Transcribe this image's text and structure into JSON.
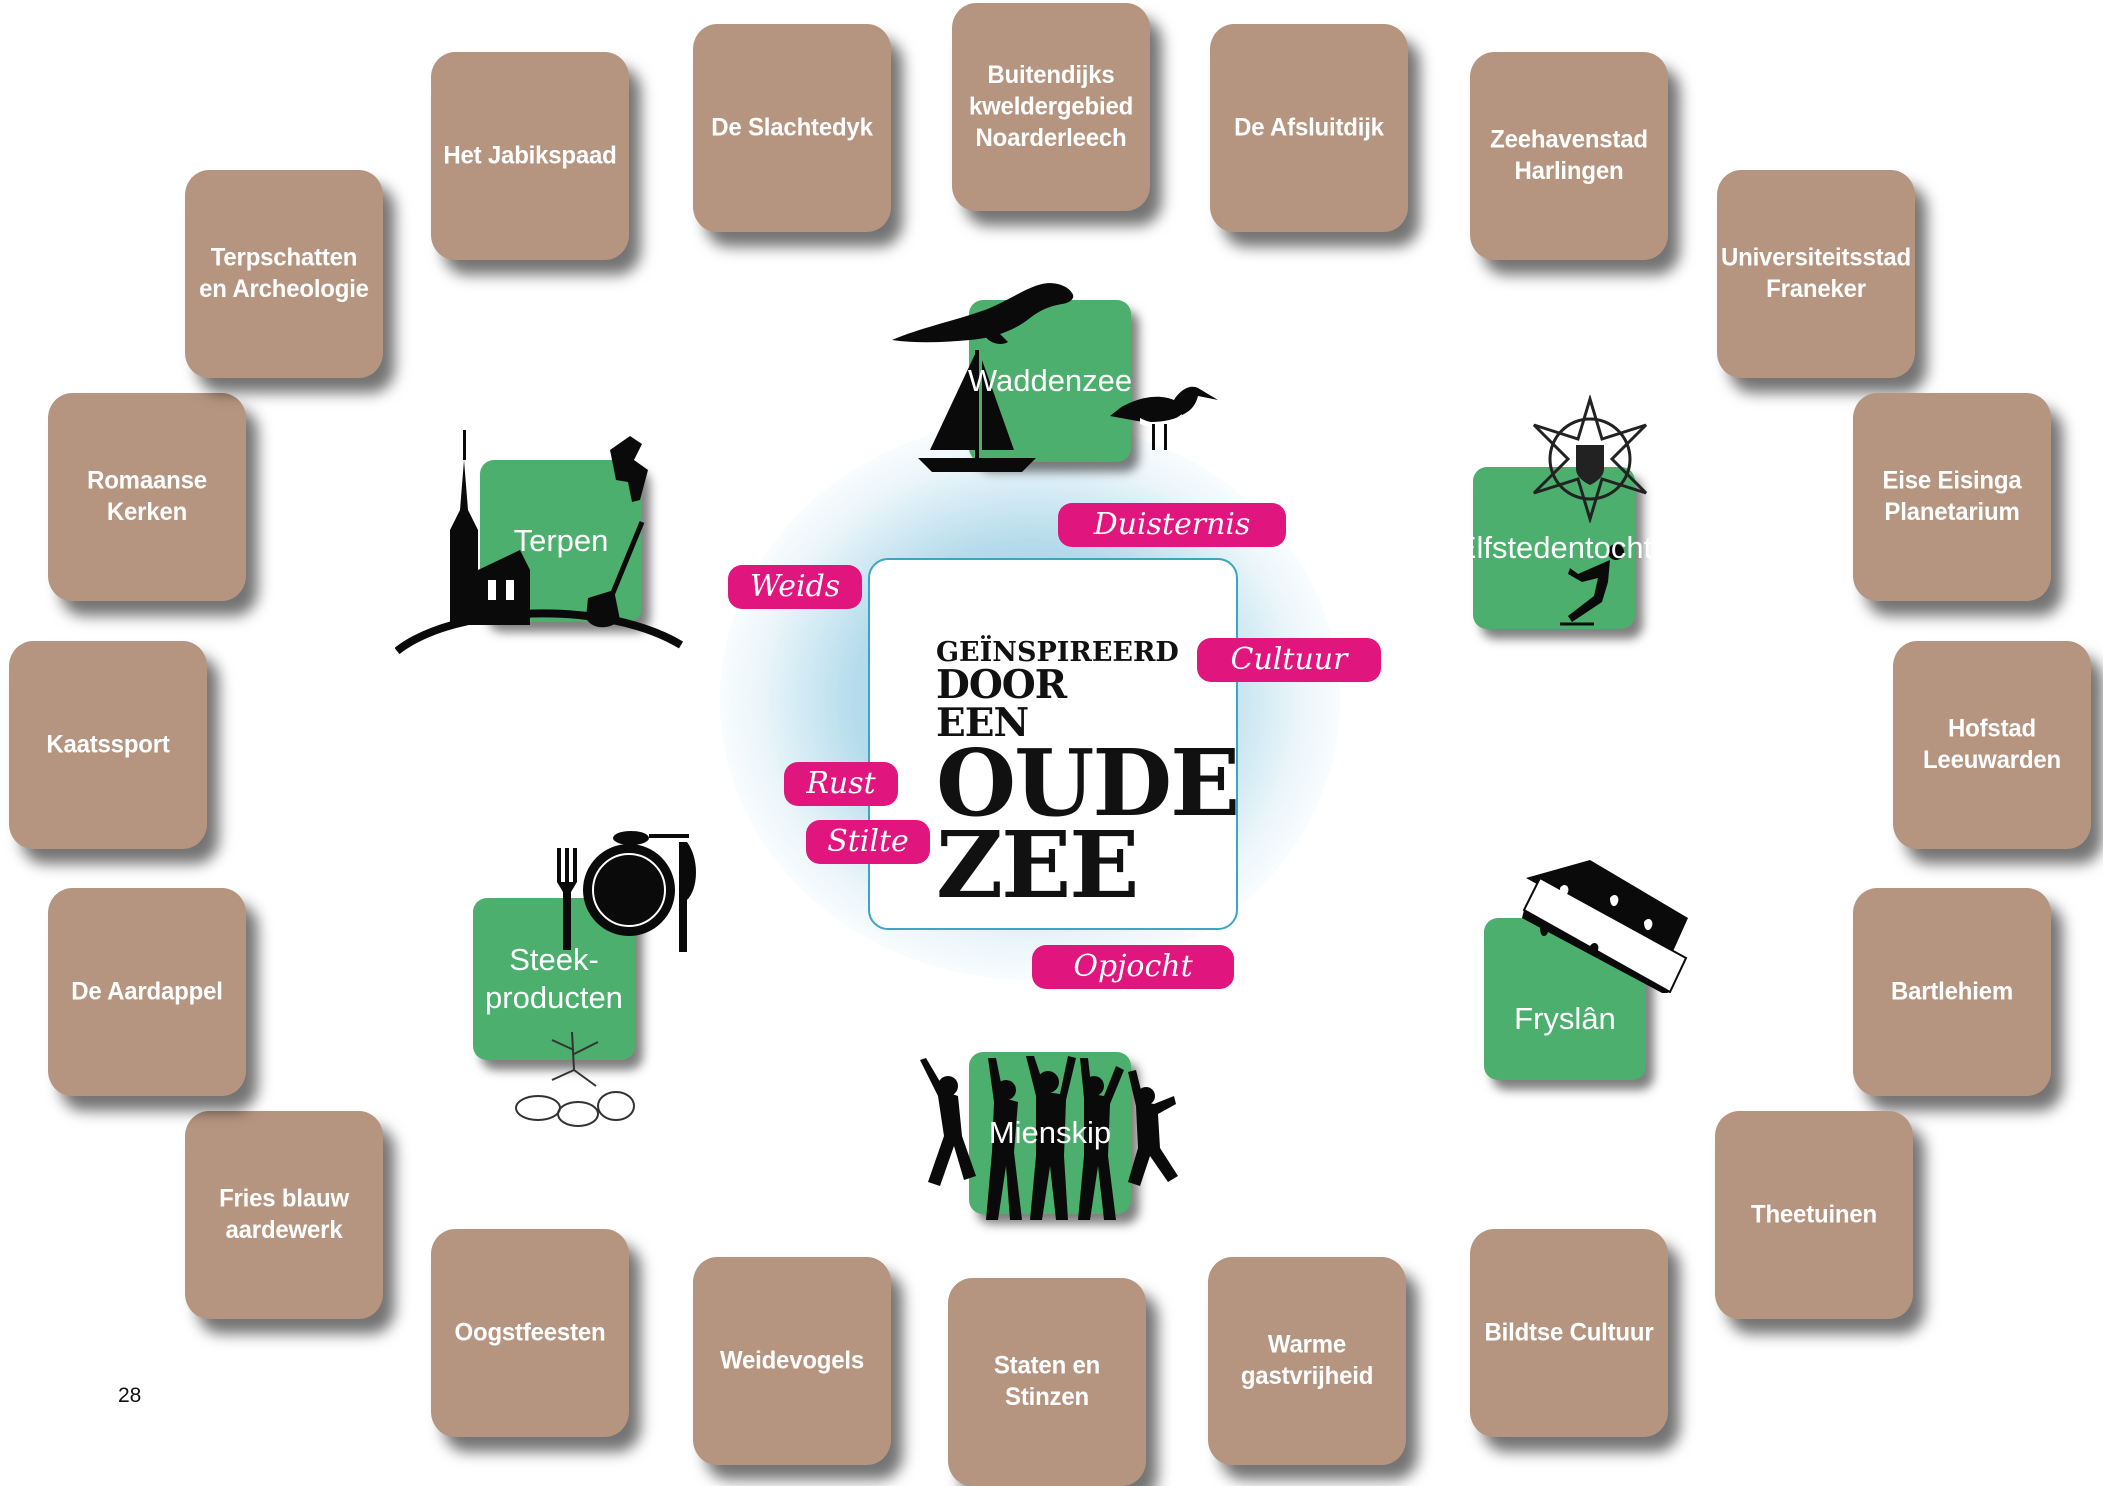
{
  "tiles": [
    "De Slachtedyk",
    "Buitendijks kweldergebied Noarderleech",
    "De Afsluitdijk",
    "Zeehavenstad Harlingen",
    "Universiteitsstad Franeker",
    "Eise Eisinga Planetarium",
    "Hofstad Leeuwarden",
    "Bartlehiem",
    "Theetuinen",
    "Bildtse Cultuur",
    "Warme gastvrijheid",
    "Staten en Stinzen",
    "Weidevogels",
    "Oogstfeesten",
    "Fries blauw aardewerk",
    "De Aardappel",
    "Kaatssport",
    "Romaanse Kerken",
    "Terpschatten en Archeologie",
    "Het Jabikspaad"
  ],
  "themes": {
    "waddenzee": "Waddenzee",
    "terpen": "Terpen",
    "elfstedentocht": "Elfstedentocht",
    "steekproducten": "Steek-\nproducten",
    "fryslan": "Fryslân",
    "mienskip": "Mienskip"
  },
  "logo": {
    "line1": "GEÏNSPIREERD",
    "line2": "DOOR EEN",
    "line3": "OUDE",
    "line4": "ZEE"
  },
  "pills": {
    "duisternis": "Duisternis",
    "weids": "Weids",
    "cultuur": "Cultuur",
    "rust": "Rust",
    "stilte": "Stilte",
    "opjocht": "Opjocht"
  },
  "page_number": "28",
  "colors": {
    "tile": "#b59580",
    "theme": "#4caf6d",
    "pill": "#e0157e",
    "glow": "#7fc0da",
    "center_border": "#3aa6bf"
  },
  "icons": {
    "waddenzee": [
      "seal-icon",
      "sailboat-icon",
      "oystercatcher-icon"
    ],
    "terpen": [
      "church-icon",
      "mound-icon",
      "digger-icon"
    ],
    "elfstedentocht": [
      "elfsteden-cross-icon",
      "skater-icon"
    ],
    "steekproducten": [
      "plate-cutlery-icon",
      "potato-plant-icon"
    ],
    "fryslan": [
      "frisian-flag-icon"
    ],
    "mienskip": [
      "people-cheering-icon"
    ]
  }
}
